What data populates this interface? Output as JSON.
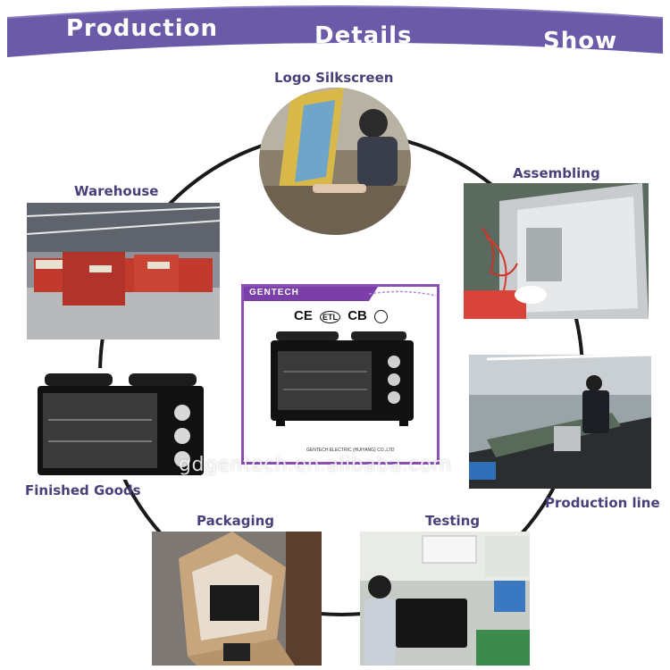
{
  "banner": {
    "words": [
      "Production",
      "Details",
      "Show"
    ],
    "color": "#6b5aa8"
  },
  "stages": {
    "logo_silkscreen": "Logo Silkscreen",
    "assembling": "Assembling",
    "warehouse": "Warehouse",
    "production_line": "Production line",
    "finished_goods": "Finished Goods",
    "packaging": "Packaging",
    "testing": "Testing"
  },
  "product_card": {
    "brand": "GENTECH",
    "certifications": [
      "CE",
      "ETL",
      "CB"
    ],
    "company": "GENTECH ELECTRIC (HUIYANG) CO.,LTD"
  },
  "watermark": "gdgentech.en.alibaba.com",
  "colors": {
    "label_text": "#4b3f7a",
    "accent_purple": "#8b4fb8",
    "cycle_line": "#1a1a1a"
  }
}
